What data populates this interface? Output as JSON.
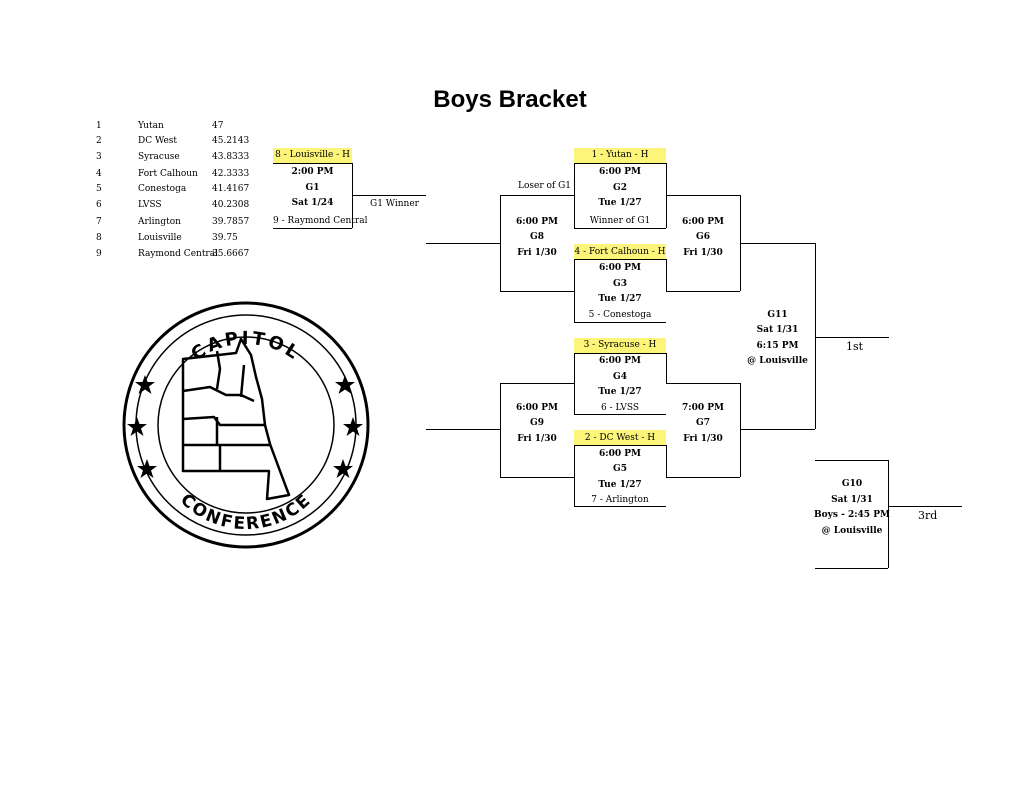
{
  "title": "Boys Bracket",
  "standings": [
    {
      "rank": "1",
      "team": "Yutan",
      "score": "47"
    },
    {
      "rank": "2",
      "team": "DC West",
      "score": "45.2143"
    },
    {
      "rank": "3",
      "team": "Syracuse",
      "score": "43.8333"
    },
    {
      "rank": "4",
      "team": "Fort Calhoun",
      "score": "42.3333"
    },
    {
      "rank": "5",
      "team": "Conestoga",
      "score": "41.4167"
    },
    {
      "rank": "6",
      "team": "LVSS",
      "score": "40.2308"
    },
    {
      "rank": "7",
      "team": "Arlington",
      "score": "39.7857"
    },
    {
      "rank": "8",
      "team": "Louisville",
      "score": "39.75"
    },
    {
      "rank": "9",
      "team": "Raymond Central",
      "score": "35.6667"
    }
  ],
  "games": {
    "g1": {
      "home": "8 - Louisville - H",
      "time": "2:00 PM",
      "label": "G1",
      "date": "Sat 1/24",
      "away": "9 - Raymond Central",
      "winner_label": "G1 Winner"
    },
    "g2": {
      "home": "1 - Yutan - H",
      "time": "6:00 PM",
      "label": "G2",
      "date": "Tue 1/27",
      "away": "Winner of G1"
    },
    "g3": {
      "home": "4 - Fort Calhoun - H",
      "time": "6:00 PM",
      "label": "G3",
      "date": "Tue 1/27",
      "away": "5 - Conestoga"
    },
    "g4": {
      "home": "3 - Syracuse - H",
      "time": "6:00 PM",
      "label": "G4",
      "date": "Tue 1/27",
      "away": "6 - LVSS"
    },
    "g5": {
      "home": "2 - DC West - H",
      "time": "6:00 PM",
      "label": "G5",
      "date": "Tue 1/27",
      "away": "7 - Arlington"
    },
    "g8": {
      "top": "Loser of G1",
      "time": "6:00 PM",
      "label": "G8",
      "date": "Fri 1/30"
    },
    "g9": {
      "time": "6:00 PM",
      "label": "G9",
      "date": "Fri 1/30"
    },
    "g6": {
      "time": "6:00 PM",
      "label": "G6",
      "date": "Fri 1/30"
    },
    "g7": {
      "time": "7:00 PM",
      "label": "G7",
      "date": "Fri 1/30"
    },
    "g11": {
      "label": "G11",
      "date": "Sat 1/31",
      "time": "6:15 PM",
      "venue": "@ Louisville",
      "result": "1st"
    },
    "g10": {
      "label": "G10",
      "date": "Sat 1/31",
      "time": "Boys - 2:45 PM",
      "venue": "@ Louisville",
      "result": "3rd"
    }
  },
  "logo": {
    "top_text": "CAPITOL",
    "bottom_text": "CONFERENCE",
    "icon": "capitol-conference-logo"
  }
}
